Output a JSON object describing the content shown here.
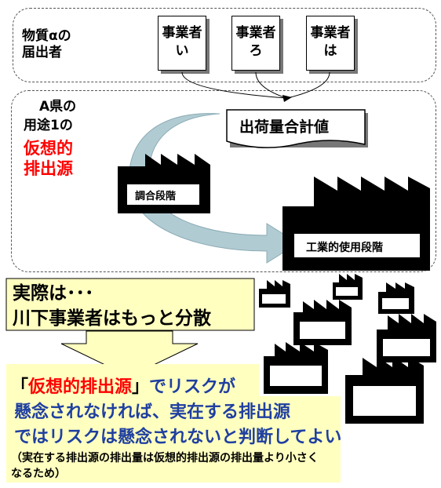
{
  "notifier_box": {
    "label": "物質αの\n届出者",
    "businesses": [
      {
        "text": "事業者\nい"
      },
      {
        "text": "事業者\nろ"
      },
      {
        "text": "事業者\nは"
      }
    ]
  },
  "virtual_box": {
    "label_line1": "A県の",
    "label_line2": "用途1の",
    "label_red": "仮想的\n排出源",
    "total_label": "出荷量合計値",
    "blend_stage": "調合段階",
    "industrial_stage": "工業的使用段階"
  },
  "reality": {
    "line1": "実際は･･･",
    "line2": "川下事業者はもっと分散"
  },
  "conclusion": {
    "open_quote": "「",
    "red_term": "仮想的排出源",
    "close_quote": "」",
    "line1_rest": "でリスクが",
    "line2": "懸念されなければ、実在する排出源",
    "line3": "ではリスクは懸念されないと判断してよい",
    "note": "（実在する排出源の排出量は仮想的排出源の排出量より小さく\nなるため）"
  },
  "colors": {
    "red": "#ff0000",
    "blue": "#1f3fa0",
    "yellow_fill": "#ffffc0",
    "curve_arrow": "#a9c6cf"
  }
}
